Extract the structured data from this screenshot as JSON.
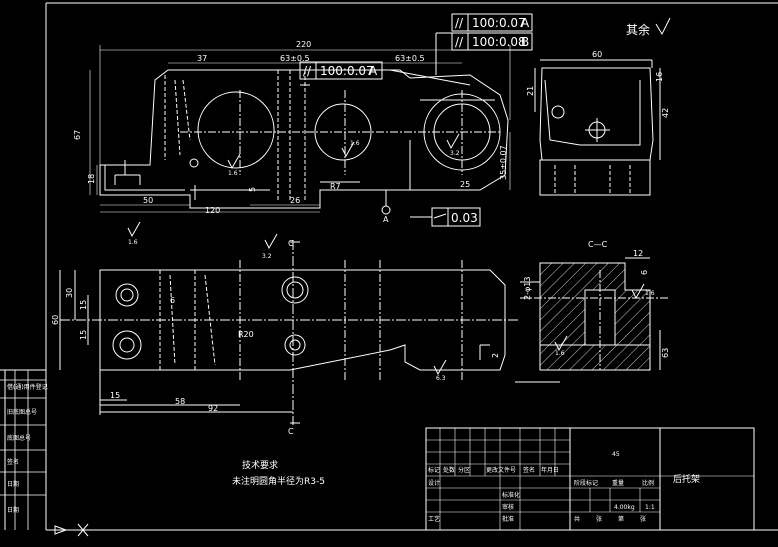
{
  "roughness_note": "其余",
  "flatness_value": "0.03",
  "section_label": "C—C",
  "section_marker": "C",
  "datum_a": "A",
  "tech_req_title": "技术要求",
  "tech_req_text": "未注明圆角半径为R3-5",
  "tolerance_frames": [
    {
      "sym": "//",
      "value": "100:0.07",
      "datum": "A"
    },
    {
      "sym": "//",
      "value": "100:0.08",
      "datum": "B"
    },
    {
      "sym": "//",
      "value": "100:0.07",
      "datum": "A"
    }
  ],
  "dims_front": {
    "overall": "220",
    "d37": "37",
    "spacing1": "63±0.5",
    "spacing2": "63±0.5",
    "height67": "67",
    "d18": "18",
    "d50": "50",
    "d120": "120",
    "d26": "26",
    "d25": "25",
    "d35": "35±0.07",
    "r7": "R7",
    "d5": "5"
  },
  "dims_side": {
    "d60": "60",
    "d42": "42",
    "d21": "21",
    "d16": "16"
  },
  "dims_top": {
    "d60": "60",
    "d30": "30",
    "d15a": "15",
    "d15b": "15",
    "d15c": "15",
    "d58": "58",
    "d92": "92",
    "d6": "6",
    "r20": "R20",
    "d2": "2"
  },
  "dims_section": {
    "d12": "12",
    "d6": "6",
    "r13": "2-φ13",
    "d63": "63"
  },
  "roughness_marks": [
    "1.6",
    "1.6",
    "1.6",
    "3.2",
    "3.2",
    "6.3",
    "1.6",
    "1.6"
  ],
  "title_block": {
    "part_name": "后托架",
    "weight": "4.00kg",
    "scale": "1:1",
    "mark": "45",
    "left_rows": [
      "借(通)用件登记",
      "旧底图总号",
      "底图总号",
      "签名",
      "日期",
      "日期"
    ],
    "header_cells": [
      "标记",
      "处数",
      "分区",
      "更改文件号",
      "签名",
      "年月日"
    ],
    "role_cells": [
      "设计",
      "标准化",
      "审核",
      "工艺",
      "批准"
    ],
    "mid_cells": [
      "阶段标记",
      "重量",
      "比例",
      "共",
      "张",
      "第",
      "张"
    ]
  },
  "colors": {
    "line": "#ffffff",
    "accent": "#ffffff",
    "background": "#000000"
  }
}
